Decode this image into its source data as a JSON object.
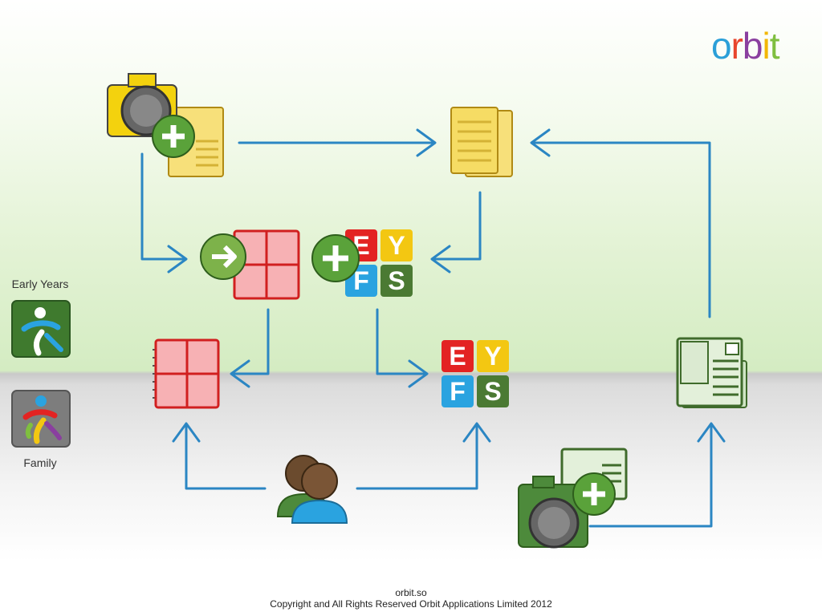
{
  "logo": {
    "letters": [
      "o",
      "r",
      "b",
      "i",
      "t"
    ],
    "colors": [
      "#2a9fd8",
      "#e8452c",
      "#8a3f9f",
      "#f2b705",
      "#7fbf3f"
    ]
  },
  "sidebar": {
    "early_years_label": "Early Years",
    "family_label": "Family"
  },
  "eyfs_tiles": {
    "e": "E",
    "y": "Y",
    "f": "F",
    "s": "S"
  },
  "footer": {
    "site": "orbit.so",
    "copyright": "Copyright and All Rights Reserved Orbit Applications Limited 2012"
  },
  "colors": {
    "arrow": "#2b86c3",
    "red_tile": "#e32322",
    "yellow_tile": "#f3c712",
    "blue_tile": "#2aa3e0",
    "green_tile": "#4b7a33"
  },
  "icons": [
    "camera-plus-note-icon",
    "documents-icon",
    "arrow-notebook-icon",
    "eyfs-plus-icon",
    "notebook-icon",
    "eyfs-icon",
    "green-report-icon",
    "parents-icon",
    "green-camera-plus-icon",
    "early-years-app-icon",
    "family-app-icon"
  ]
}
